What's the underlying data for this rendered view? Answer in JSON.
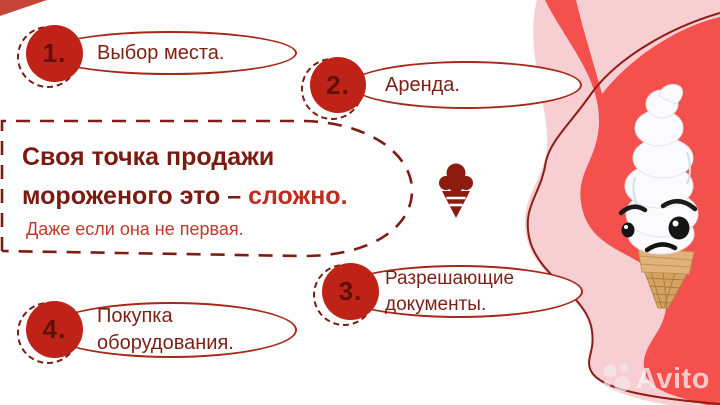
{
  "slide": {
    "heading_line1": "Своя точка продажи",
    "heading_line2_prefix": "мороженого это – ",
    "heading_line2_highlight": "сложно.",
    "subtitle": "Даже если она не первая."
  },
  "steps": [
    {
      "number": "1.",
      "lines": [
        "Выбор места."
      ]
    },
    {
      "number": "2.",
      "lines": [
        "Аренда."
      ]
    },
    {
      "number": "3.",
      "lines": [
        "Разрешающие",
        "документы."
      ]
    },
    {
      "number": "4.",
      "lines": [
        "Покупка",
        "оборудования."
      ]
    }
  ],
  "watermark": {
    "brand": "Avito"
  },
  "icons": {
    "glyph": "ice-cream-cone-icon",
    "mascot": "sad-soft-serve-ice-cream"
  },
  "colors": {
    "badge_red": "#bf2217",
    "coral_background": "#f4504d",
    "light_pink": "#f7ced2",
    "outline_maroon": "#7c1c12",
    "oval_border": "#a6281a",
    "heading_dark": "#7a1a10",
    "heading_highlight": "#c42a1c",
    "subtitle_red": "#c03a2c",
    "cone_tan": "#d6a263"
  }
}
